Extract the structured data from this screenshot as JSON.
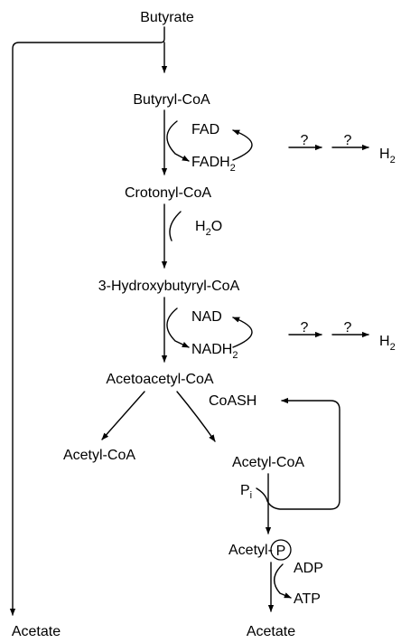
{
  "metabolites": {
    "butyrate": "Butyrate",
    "butyryl_coa": "Butyryl-CoA",
    "crotonyl_coa": "Crotonyl-CoA",
    "hydroxybutyryl_coa": "3-Hydroxybutyryl-CoA",
    "acetoacetyl_coa": "Acetoacetyl-CoA",
    "acetyl_coa_left": "Acetyl-CoA",
    "acetyl_coa_right": "Acetyl-CoA",
    "acetyl_phosphate_prefix": "Acetyl-",
    "phosphate_circle": "P",
    "acetate_left": "Acetate",
    "acetate_right": "Acetate"
  },
  "cofactors": {
    "fad": "FAD",
    "fadh_base": "FADH",
    "h2o_h": "H",
    "h2o_o": "O",
    "nad": "NAD",
    "nadh_base": "NADH",
    "coash": "CoASH",
    "pi_base": "P",
    "pi_sub": "i",
    "adp": "ADP",
    "atp": "ATP",
    "sub2": "2"
  },
  "electron_flow": {
    "unknown_mark": "?",
    "h2_base": "H"
  },
  "colors": {
    "stroke": "#000000",
    "background": "#ffffff"
  }
}
